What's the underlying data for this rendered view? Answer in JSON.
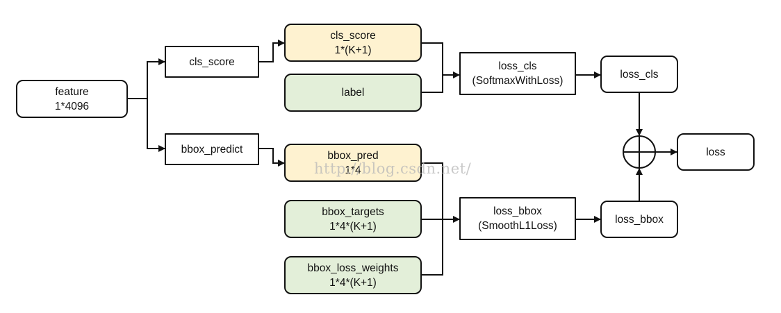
{
  "diagram": {
    "colors": {
      "line": "#111111",
      "input_fill": "#fef2d0",
      "target_fill": "#e3efd9",
      "plain_fill": "#ffffff",
      "watermark": "#b8b8b8"
    },
    "nodes": {
      "feature": {
        "line1": "feature",
        "line2": "1*4096"
      },
      "cls_score": {
        "line1": "cls_score"
      },
      "bbox_predict": {
        "line1": "bbox_predict"
      },
      "cls_score_out": {
        "line1": "cls_score",
        "line2": "1*(K+1)"
      },
      "label": {
        "line1": "label"
      },
      "bbox_pred": {
        "line1": "bbox_pred",
        "line2": "1*4"
      },
      "bbox_targets": {
        "line1": "bbox_targets",
        "line2": "1*4*(K+1)"
      },
      "bbox_loss_weights": {
        "line1": "bbox_loss_weights",
        "line2": "1*4*(K+1)"
      },
      "loss_cls_layer": {
        "line1": "loss_cls",
        "line2": "(SoftmaxWithLoss)"
      },
      "loss_bbox_layer": {
        "line1": "loss_bbox",
        "line2": "(SmoothL1Loss)"
      },
      "loss_cls": {
        "line1": "loss_cls"
      },
      "loss_bbox": {
        "line1": "loss_bbox"
      },
      "loss": {
        "line1": "loss"
      }
    },
    "sum_operator_icon": "circle-plus-icon",
    "watermark": "http://blog.csdn.net/"
  }
}
